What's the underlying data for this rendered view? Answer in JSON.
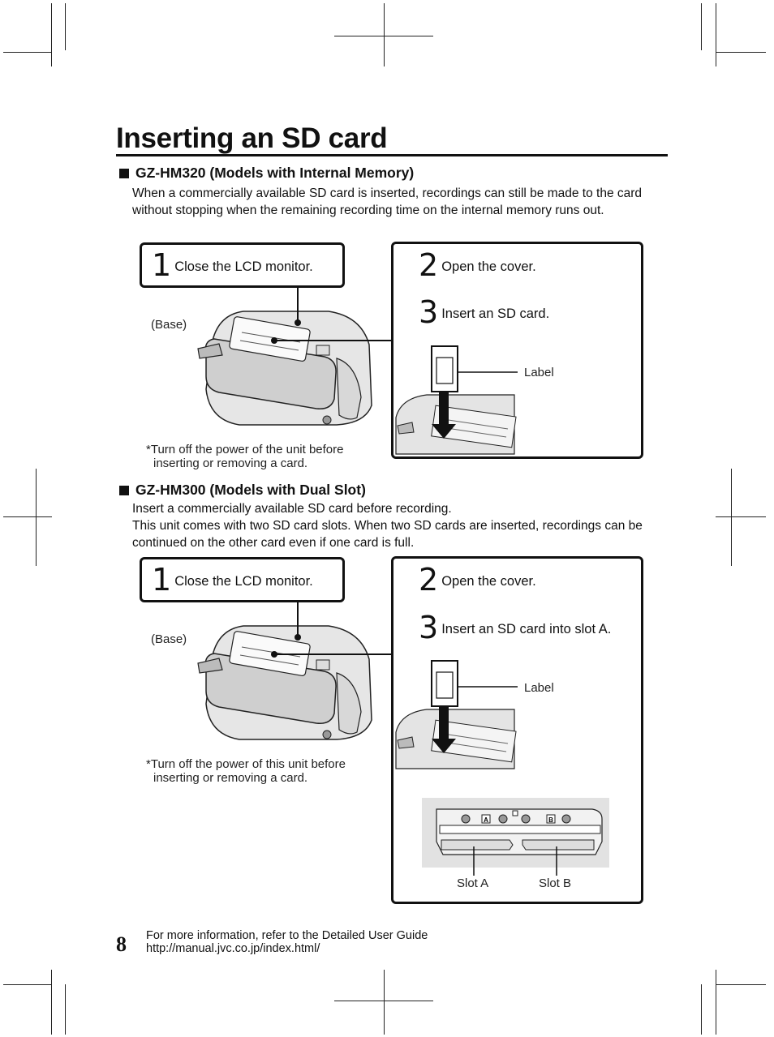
{
  "page": {
    "title": "Inserting an SD card",
    "page_number": "8"
  },
  "section1": {
    "heading": "GZ-HM320 (Models with Internal Memory)",
    "description": "When a commercially available SD card is inserted, recordings can still be made to the card without stopping when the remaining recording time on the internal memory runs out.",
    "step1": {
      "num": "1",
      "text": "Close the LCD monitor."
    },
    "step2": {
      "num": "2",
      "text": "Open the cover."
    },
    "step3": {
      "num": "3",
      "text": "Insert an SD card."
    },
    "base_label": "(Base)",
    "card_label": "Label",
    "note_line1": "*Turn off the power of the unit before",
    "note_line2": "inserting or removing a card."
  },
  "section2": {
    "heading": "GZ-HM300 (Models with Dual Slot)",
    "description_line1": "Insert a commercially available SD card before recording.",
    "description_line2": "This unit comes with two SD card slots. When two SD cards are inserted, recordings can be continued on the other card even if one card is full.",
    "step1": {
      "num": "1",
      "text": "Close the LCD monitor."
    },
    "step2": {
      "num": "2",
      "text": "Open the cover."
    },
    "step3": {
      "num": "3",
      "text": "Insert an SD card into slot A."
    },
    "base_label": "(Base)",
    "card_label": "Label",
    "note_line1": "*Turn off the power of this unit before",
    "note_line2": "inserting or removing a card.",
    "slot_a_label": "Slot A",
    "slot_b_label": "Slot B",
    "slot_a_mark": "A",
    "slot_b_mark": "B"
  },
  "footer": {
    "line1": "For more information, refer to the Detailed User Guide",
    "line2": "http://manual.jvc.co.jp/index.html/"
  }
}
